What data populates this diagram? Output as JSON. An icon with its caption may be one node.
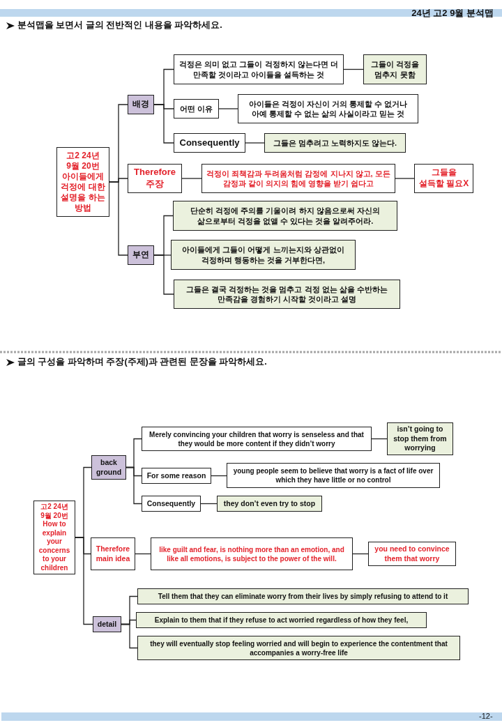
{
  "diagram": {
    "title": "24년 고2 9월 분석맵",
    "nodes": [
      {
        "text": [
          "고2 24년 9월 20번 아이들에게 걱정에 대한 설명을 하는 방법"
        ]
      },
      {
        "text": [
          "배경"
        ]
      },
      {
        "text": [
          "걱정은 의미 없고 그들이 걱정하지 않는다면 더 만족할 것이라고 아이들을 설득하는 것"
        ]
      },
      {
        "text": [
          "그들이 걱정을 멈추지 못함"
        ]
      },
      {
        "text": [
          "어떤 이유"
        ]
      },
      {
        "text": [
          "아이들은 걱정이 자신이 거의 통제할 수 없거나 아예 통제할 수 없는 삶의 사실이라고 믿는 것"
        ]
      },
      {
        "text": [
          "Consequently"
        ]
      },
      {
        "text": [
          "그들은 멈추려고 노력하지도 않는다."
        ]
      },
      {
        "text": [
          "Therefore 주장"
        ]
      },
      {
        "text": [
          "걱정이 죄책감과 두려움처럼 감정에 지나지 않고, 모든 감정과 같이 의지의 힘에 영향을 받기 쉽다고"
        ]
      },
      {
        "text": [
          "그들을 설득할 필요X"
        ]
      },
      {
        "text": [
          "부연"
        ]
      },
      {
        "text": [
          "단순히 걱정에 주의를 기울이려 하지 않음으로써 자신의 삶으로부터 걱정을 없앨 수 있다는 것을 알려주어라."
        ]
      },
      {
        "text": [
          "아이들에게 그들이 어떻게 느끼는지와 상관없이 걱정하며 행동하는 것을 거부한다면,"
        ]
      },
      {
        "text": [
          "그들은 결국 걱정하는 것을 멈추고 걱정 없는 삶을 수반하는 만족감을 경험하기 시작할 것이라고 설명"
        ]
      },
      {
        "text": [
          "고2 24년 9월 20번 How to explain your concerns to your children"
        ]
      },
      {
        "text": [
          "back ground"
        ]
      },
      {
        "text": [
          "Merely convincing your children that worry is senseless and that they would be more content if they didn’t worry"
        ]
      },
      {
        "text": [
          "isn’t going to stop them from worrying"
        ]
      },
      {
        "text": [
          "For some reason"
        ]
      },
      {
        "text": [
          "young people seem to believe that worry is a fact of life over which they have little or no control"
        ]
      },
      {
        "text": [
          "Consequently"
        ]
      },
      {
        "text": [
          "they don’t even try to stop"
        ]
      },
      {
        "text": [
          "Therefore main idea"
        ]
      },
      {
        "text": [
          "like guilt and fear, is nothing more than an emotion, and like all emotions, is subject to the power of the will."
        ]
      },
      {
        "text": [
          "you need to convince them that worry"
        ]
      },
      {
        "text": [
          "detail"
        ]
      },
      {
        "text": [
          "Tell them that they can eliminate worry from their lives by simply refusing to attend to it"
        ]
      },
      {
        "text": [
          "Explain to them that if they refuse to act worried regardless of how they feel,"
        ]
      },
      {
        "text": [
          "they will eventually stop feeling worried and will begin to experience the contentment that accompanies a worry-free life"
        ]
      }
    ],
    "edges": [
      {
        "from": 0,
        "to": 1,
        "arrow": "none"
      },
      {
        "from": 0,
        "to": 8,
        "arrow": "none"
      },
      {
        "from": 0,
        "to": 11,
        "arrow": "none"
      },
      {
        "from": 1,
        "to": 2,
        "arrow": "none"
      },
      {
        "from": 1,
        "to": 4,
        "arrow": "none"
      },
      {
        "from": 1,
        "to": 6,
        "arrow": "none"
      },
      {
        "from": 2,
        "to": 3,
        "arrow": "none"
      },
      {
        "from": 4,
        "to": 5,
        "arrow": "none"
      },
      {
        "from": 6,
        "to": 7,
        "arrow": "none"
      },
      {
        "from": 8,
        "to": 9,
        "arrow": "none"
      },
      {
        "from": 9,
        "to": 10,
        "arrow": "none"
      },
      {
        "from": 11,
        "to": 12,
        "arrow": "none"
      },
      {
        "from": 11,
        "to": 13,
        "arrow": "none"
      },
      {
        "from": 11,
        "to": 14,
        "arrow": "none"
      },
      {
        "from": 15,
        "to": 16,
        "arrow": "none"
      },
      {
        "from": 15,
        "to": 23,
        "arrow": "none"
      },
      {
        "from": 15,
        "to": 26,
        "arrow": "none"
      },
      {
        "from": 16,
        "to": 17,
        "arrow": "none"
      },
      {
        "from": 16,
        "to": 19,
        "arrow": "none"
      },
      {
        "from": 16,
        "to": 21,
        "arrow": "none"
      },
      {
        "from": 17,
        "to": 18,
        "arrow": "none"
      },
      {
        "from": 19,
        "to": 20,
        "arrow": "none"
      },
      {
        "from": 21,
        "to": 22,
        "arrow": "none"
      },
      {
        "from": 23,
        "to": 24,
        "arrow": "none"
      },
      {
        "from": 24,
        "to": 25,
        "arrow": "none"
      },
      {
        "from": 26,
        "to": 27,
        "arrow": "none"
      },
      {
        "from": 26,
        "to": 28,
        "arrow": "none"
      },
      {
        "from": 26,
        "to": 29,
        "arrow": "none"
      }
    ],
    "labels": [
      "분석맵을 보면서 글의 전반적인 내용을 파악하세요.",
      "글의 구성을 파악하며 주장(주제)과 관련된 문장을 파악하세요.",
      "-12-"
    ]
  }
}
